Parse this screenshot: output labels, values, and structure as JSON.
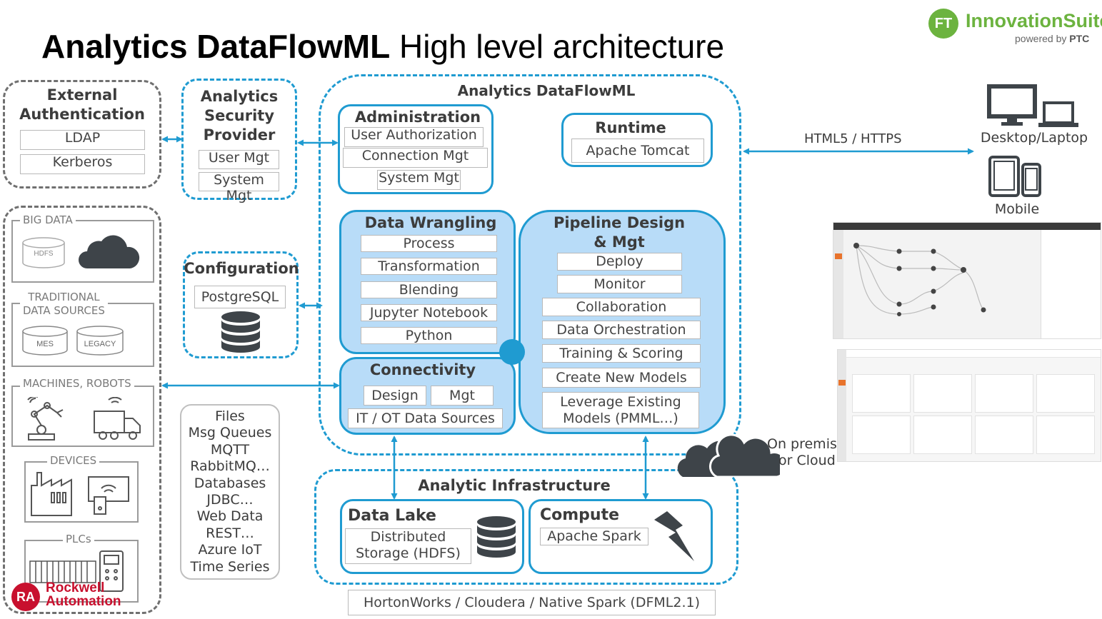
{
  "title": {
    "bold": "Analytics DataFlowML",
    "rest": " High level architecture"
  },
  "logo": {
    "badge": "FT",
    "name_a": "Innovation",
    "name_b": "Suite",
    "powered": "powered by ",
    "powered_brand": "PTC"
  },
  "external_auth": {
    "title_line1": "External",
    "title_line2": "Authentication",
    "items": [
      "LDAP",
      "Kerberos"
    ]
  },
  "security": {
    "title_line1": "Analytics",
    "title_line2": "Security",
    "title_line3": "Provider",
    "items": [
      "User Mgt",
      "System Mgt"
    ]
  },
  "configuration": {
    "title": "Configuration",
    "item": "PostgreSQL"
  },
  "dataflowml": {
    "title": "Analytics DataFlowML"
  },
  "administration": {
    "title": "Administration",
    "items": [
      "User Authorization",
      "Connection Mgt",
      "System Mgt"
    ]
  },
  "runtime": {
    "title": "Runtime",
    "item": "Apache Tomcat"
  },
  "wrangling": {
    "title": "Data Wrangling",
    "items": [
      "Process",
      "Transformation",
      "Blending",
      "Jupyter Notebook",
      "Python"
    ]
  },
  "pipeline": {
    "title_line1": "Pipeline Design",
    "title_line2": "& Mgt",
    "items": [
      "Deploy",
      "Monitor",
      "Collaboration",
      "Data Orchestration",
      "Training & Scoring",
      "Create New Models"
    ],
    "last_line1": "Leverage Existing",
    "last_line2": "Models (PMML…)"
  },
  "connectivity": {
    "title": "Connectivity",
    "design": "Design",
    "mgt": "Mgt",
    "sources": "IT / OT Data Sources"
  },
  "protocols": [
    "Files",
    "Msg Queues",
    "MQTT",
    "RabbitMQ…",
    "Databases",
    "JDBC…",
    "Web Data",
    "REST…",
    "Azure IoT",
    "Time Series"
  ],
  "sources": {
    "big_data": "BIG DATA",
    "hdfs": "HDFS",
    "traditional_line1": "TRADITIONAL",
    "traditional_line2": "DATA SOURCES",
    "mes": "MES",
    "legacy": "LEGACY",
    "machines": "MACHINES, ROBOTS",
    "devices": "DEVICES",
    "plcs": "PLCs"
  },
  "rockwell": {
    "badge": "RA",
    "line1": "Rockwell",
    "line2": "Automation"
  },
  "infrastructure": {
    "title": "Analytic Infrastructure",
    "datalake": {
      "title": "Data Lake",
      "line1": "Distributed",
      "line2": "Storage (HDFS)"
    },
    "compute": {
      "title": "Compute",
      "item": "Apache Spark"
    }
  },
  "platform": "HortonWorks / Cloudera / Native Spark (DFML2.1)",
  "clients": {
    "protocol": "HTML5 / HTTPS",
    "desktop": "Desktop/Laptop",
    "mobile": "Mobile"
  },
  "cloud": {
    "line1": "On premise",
    "line2": "or Cloud"
  },
  "colors": {
    "accent_blue": "#1f9bd1",
    "fill_blue": "#b8dcf8",
    "logo_green": "#6cb33f",
    "rockwell_red": "#c8102e"
  }
}
